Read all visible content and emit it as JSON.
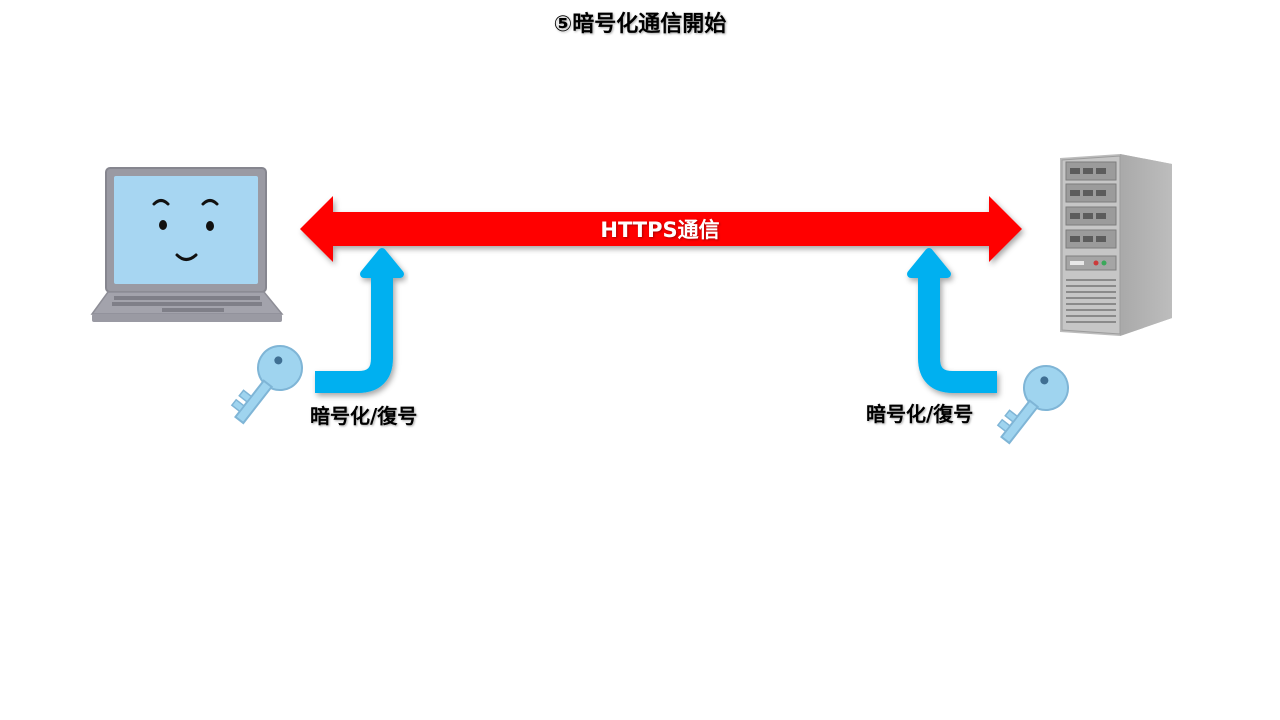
{
  "title": "⑤暗号化通信開始",
  "connection": {
    "label": "HTTPS通信",
    "color": "#ff0000"
  },
  "client": {
    "icon": "laptop-icon",
    "key_icon": "key-icon",
    "key_label": "暗号化/復号"
  },
  "server": {
    "icon": "server-icon",
    "key_icon": "key-icon",
    "key_label": "暗号化/復号"
  },
  "colors": {
    "https_arrow": "#ff0000",
    "key_arrow": "#00b0f0",
    "key": "#9fd4ef",
    "laptop_screen": "#a7d6f2",
    "server_body": "#bcbcbc"
  }
}
